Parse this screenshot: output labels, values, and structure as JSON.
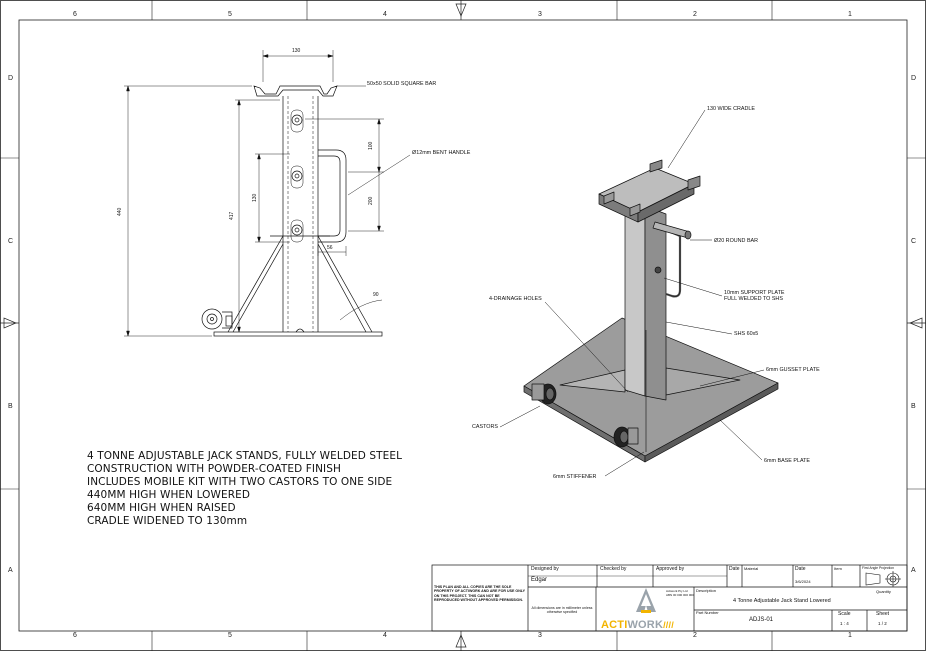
{
  "zones": {
    "columns": [
      "6",
      "5",
      "4",
      "3",
      "2",
      "1"
    ],
    "rows": [
      "D",
      "C",
      "B",
      "A"
    ]
  },
  "notes": [
    "4 TONNE ADJUSTABLE JACK STANDS, FULLY WELDED STEEL",
    "CONSTRUCTION WITH POWDER-COATED FINISH",
    "INCLUDES MOBILE KIT WITH TWO CASTORS TO ONE SIDE",
    "440MM HIGH WHEN LOWERED",
    "640MM HIGH WHEN RAISED",
    "CRADLE WIDENED TO 130mm"
  ],
  "front_view": {
    "dim_top_width": "130",
    "dim_overall_height": "440",
    "dim_shs_height": "417",
    "dim_hole_spacing": "130",
    "dim_handle_upper": "100",
    "dim_handle_lower": "200",
    "dim_offset": "56",
    "dim_angle": "90",
    "callouts": {
      "square_bar": "50x50 SOLID SQUARE BAR",
      "bent_handle": "Ø12mm BENT HANDLE"
    }
  },
  "iso_view": {
    "callouts": {
      "cradle": "130 WIDE CRADLE",
      "round_bar": "Ø20 ROUND BAR",
      "support_plate_1": "10mm SUPPORT PLATE",
      "support_plate_2": "FULL WELDED TO SHS",
      "drainage": "4-DRAINAGE HOLES",
      "shs": "SHS 60x5",
      "gusset": "6mm GUSSET PLATE",
      "castors": "CASTORS",
      "base_plate": "6mm BASE PLATE",
      "stiffener": "6mm STIFFENER"
    }
  },
  "title_block": {
    "notice": "THIS PLAN AND ALL COPIES ARE THE SOLE PROPERTY OF ACTIWORK AND ARE FOR USE ONLY ON THIS PROJECT. THIS CAN NOT BE REPRODUCED WITHOUT APPROVED PERMISSION.",
    "designed_by_label": "Designed by",
    "designed_by": "Edgar",
    "checked_by_label": "Checked by",
    "approved_by_label": "Approved by",
    "date_label": "Date",
    "material_label": "Material",
    "date_label_2": "Date",
    "date_value": "3/6/2024",
    "item_label": "Item",
    "projection_label": "First Angle Projection",
    "quantity_label": "Quantity",
    "dims_note": "All dimensions are in millimeter unless otherwise specified",
    "company_small_1": "Actiwork Pty Ltd",
    "company_small_2": "ABN 00 000 000 000",
    "description_label": "Description",
    "description": "4 Tonne Adjustable Jack Stand Lowered",
    "part_number_label": "Part Number",
    "part_number": "ADJS-01",
    "scale_label": "Scale",
    "scale": "1 : 4",
    "sheet_label": "Sheet",
    "sheet": "1 / 2",
    "logo_text_a": "ACTI",
    "logo_text_b": "WORK",
    "logo_bars": "////"
  },
  "colors": {
    "line": "#111111",
    "logo_yellow": "#f2b400",
    "logo_gray": "#9aa3ab",
    "plate_fill": "#9c9c9c",
    "steel_light": "#c8c8c8",
    "steel_mid": "#8f8f8f",
    "steel_dark": "#5e5e5e"
  }
}
